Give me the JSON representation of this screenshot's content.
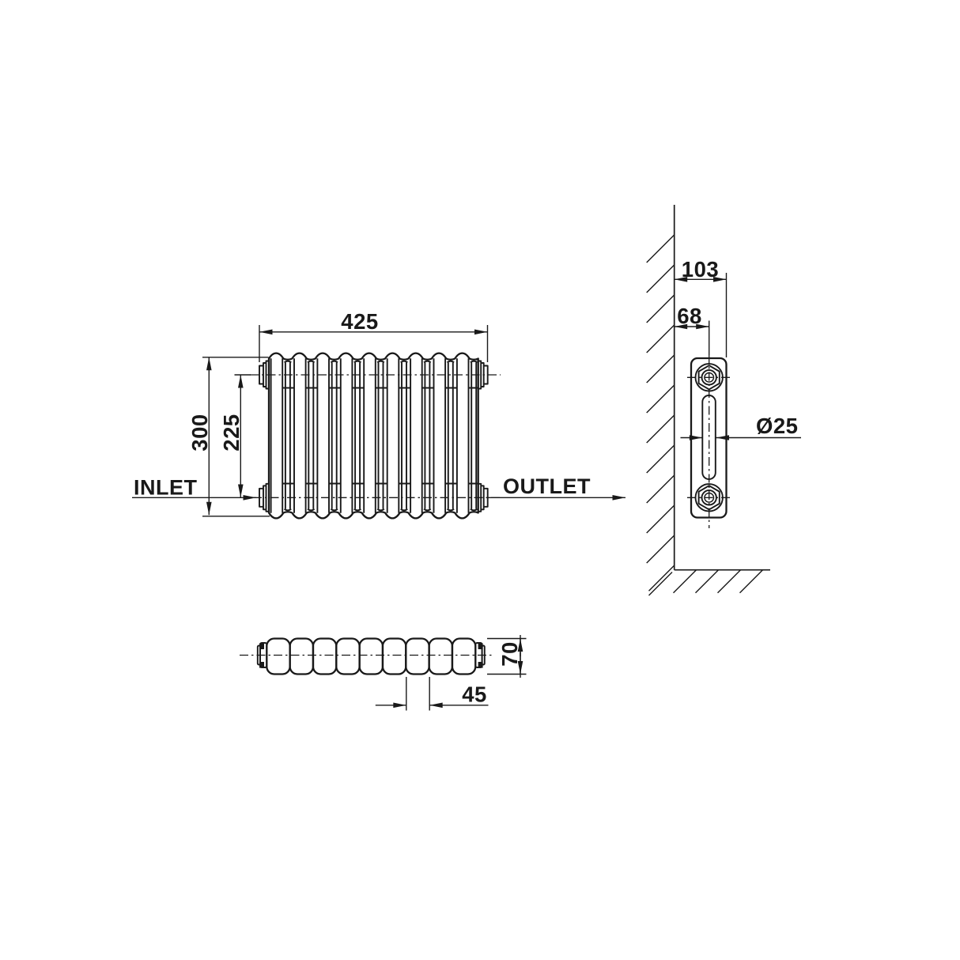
{
  "drawing": {
    "front_view": {
      "width_dim": "425",
      "height_dim": "300",
      "tapping_height_dim": "225",
      "inlet_label": "INLET",
      "outlet_label": "OUTLET"
    },
    "side_view": {
      "wall_to_front_dim": "103",
      "wall_to_center_dim": "68",
      "column_diameter_dim": "Ø25"
    },
    "top_view": {
      "depth_dim": "70",
      "section_pitch_dim": "45"
    },
    "colors": {
      "line": "#191919",
      "background": "#ffffff"
    }
  }
}
